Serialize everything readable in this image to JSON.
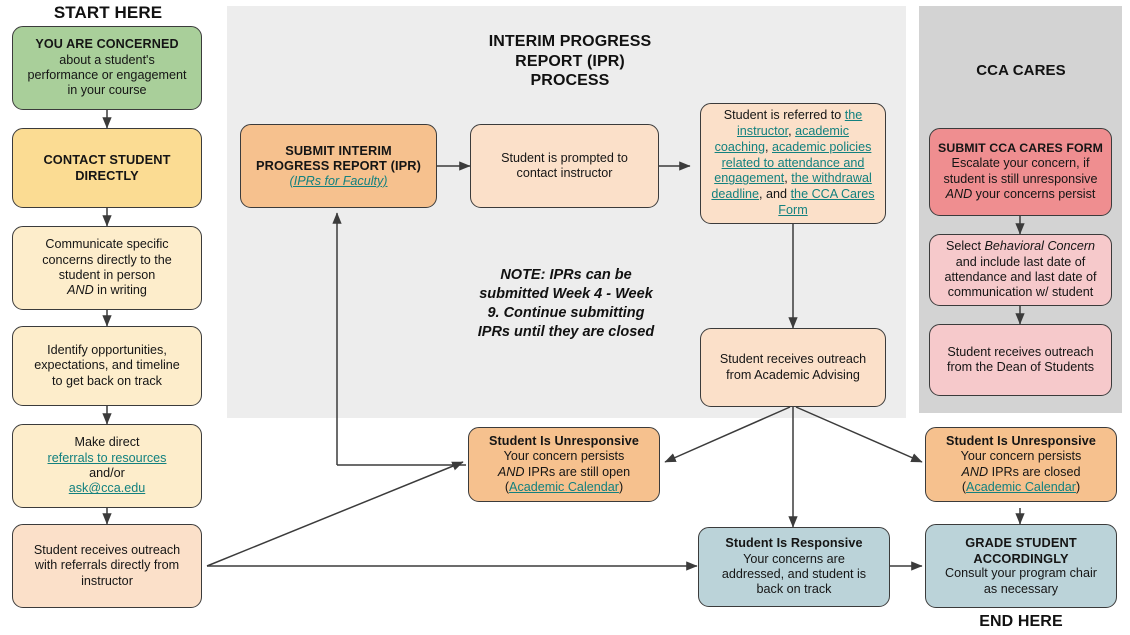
{
  "labels": {
    "start_here": "START HERE",
    "end_here": "END HERE",
    "ipr_process_title": "INTERIM PROGRESS REPORT (IPR) PROCESS",
    "cca_cares_title": "CCA CARES"
  },
  "colors": {
    "green": "#a9cf9a",
    "gold": "#fbdc93",
    "cream": "#fdedcb",
    "peach": "#fbe0c9",
    "orange": "#f6c18e",
    "salmon": "#ef8e90",
    "pink": "#f6c9cb",
    "blue": "#bbd3d9",
    "link_teal": "#13817f",
    "panel_ipr_gray": "#ededed",
    "panel_cca_gray": "#d3d3d3",
    "stroke": "#3b3b3b"
  },
  "nodes": {
    "concerned": {
      "head": "YOU ARE CONCERNED",
      "body_1": "about a student's",
      "body_2": "performance or engagement",
      "body_3": "in your course"
    },
    "contact_student": {
      "head_1": "CONTACT STUDENT",
      "head_2": "DIRECTLY"
    },
    "communicate": {
      "line_1": "Communicate specific",
      "line_2": "concerns directly to the",
      "line_3": "student in person",
      "line_4_italic": "AND",
      "line_4_rest": " in writing"
    },
    "identify": {
      "line_1": "Identify opportunities,",
      "line_2": "expectations, and timeline",
      "line_3": "to get back on track"
    },
    "make_direct": {
      "line_1": "Make direct",
      "link_1": "referrals to resources",
      "line_2": "and/or",
      "link_2": "ask@cca.edu"
    },
    "outreach_instructor": {
      "line_1": "Student receives outreach",
      "line_2": "with referrals directly from",
      "line_3": "instructor"
    },
    "submit_ipr": {
      "head_1": "SUBMIT INTERIM",
      "head_2": "PROGRESS REPORT (IPR)",
      "link": "(IPRs for Faculty)"
    },
    "prompted": {
      "line_1": "Student is prompted to",
      "line_2": "contact instructor"
    },
    "referred_to": {
      "lead": "Student is referred to ",
      "link_1": "the instructor",
      "sep_1": ", ",
      "link_2": "academic coaching",
      "sep_2": ", ",
      "link_3": "academic policies related to attendance and engagement",
      "sep_3": ", ",
      "link_4": "the withdrawal deadline",
      "sep_4": ", and ",
      "link_5": "the CCA Cares Form"
    },
    "note": {
      "text": "NOTE: IPRs can be submitted Week 4 - Week 9. Continue submitting IPRs until they are closed"
    },
    "outreach_advising": {
      "line_1": "Student receives outreach",
      "line_2": "from Academic Advising"
    },
    "cca_form": {
      "head": "SUBMIT CCA CARES FORM",
      "line_1": "Escalate your concern, if",
      "line_2": "student is still unresponsive",
      "line_3_italic": "AND",
      "line_3_rest": " your concerns persist"
    },
    "behavioral_concern": {
      "line_1_lead": "Select ",
      "line_1_italic": "Behavioral Concern",
      "line_2": "and include last date of",
      "line_3": "attendance and last date of",
      "line_4": "communication w/ student"
    },
    "outreach_dean": {
      "line_1": "Student receives outreach",
      "line_2": "from the Dean of Students"
    },
    "unresponsive_open": {
      "head": "Student Is Unresponsive",
      "line_1": "Your concern persists",
      "line_2_italic": "AND",
      "line_2_rest": " IPRs are still open",
      "paren_open": "(",
      "link": "Academic Calendar",
      "paren_close": ")"
    },
    "unresponsive_closed": {
      "head": "Student Is Unresponsive",
      "line_1": "Your concern persists",
      "line_2_italic": "AND",
      "line_2_rest": " IPRs are closed",
      "paren_open": "(",
      "link": "Academic Calendar",
      "paren_close": ")"
    },
    "responsive": {
      "head": "Student Is Responsive",
      "line_1": "Your concerns are",
      "line_2": "addressed, and student is",
      "line_3": "back on track"
    },
    "grade_student": {
      "head_1": "GRADE STUDENT",
      "head_2": "ACCORDINGLY",
      "line_1": "Consult your program chair",
      "line_2": "as necessary"
    }
  }
}
